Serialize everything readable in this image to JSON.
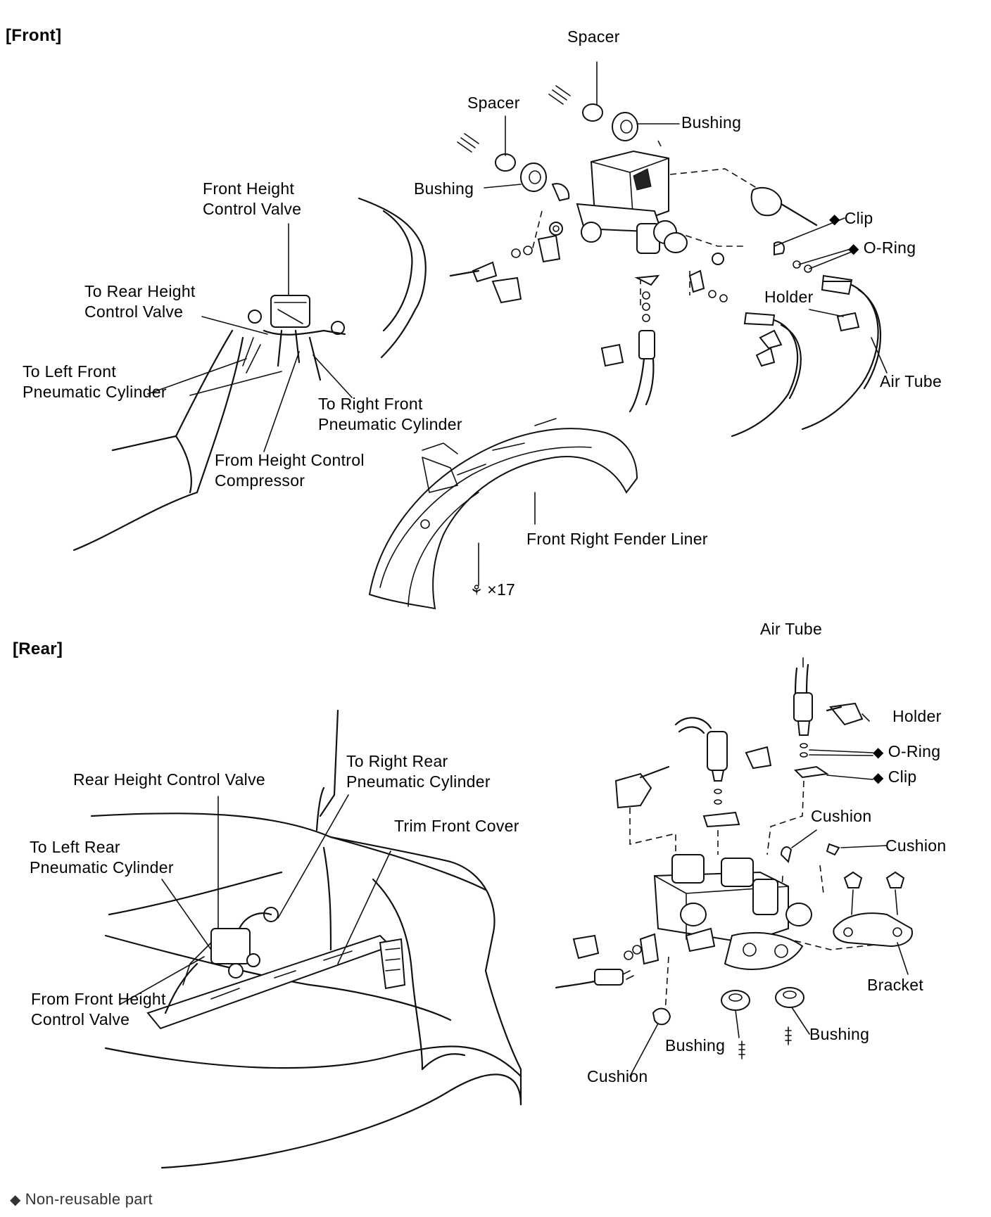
{
  "sections": {
    "front": "[Front]",
    "rear": "[Rear]"
  },
  "front_labels": {
    "spacer_top": "Spacer",
    "spacer_left": "Spacer",
    "bushing_top": "Bushing",
    "bushing_left": "Bushing",
    "front_valve": [
      "Front Height",
      "Control Valve"
    ],
    "clip": "Clip",
    "o_ring": "O-Ring",
    "holder": "Holder",
    "air_tube": "Air Tube",
    "to_rear_valve": [
      "To Rear Height",
      "Control Valve"
    ],
    "to_left_front": [
      "To Left Front",
      "Pneumatic Cylinder"
    ],
    "to_right_front": [
      "To Right Front",
      "Pneumatic Cylinder"
    ],
    "from_compressor": [
      "From Height Control",
      "Compressor"
    ],
    "fender_liner": "Front Right Fender Liner",
    "screw_count": "×17"
  },
  "rear_labels": {
    "air_tube": "Air Tube",
    "holder": "Holder",
    "o_ring": "O-Ring",
    "clip": "Clip",
    "cushion_top": "Cushion",
    "cushion_right": "Cushion",
    "cushion_bottom": "Cushion",
    "bracket": "Bracket",
    "bushing_left": "Bushing",
    "bushing_right": "Bushing",
    "rear_valve": "Rear Height Control Valve",
    "to_right_rear": [
      "To Right Rear",
      "Pneumatic Cylinder"
    ],
    "to_left_rear": [
      "To Left Rear",
      "Pneumatic Cylinder"
    ],
    "trim_cover": "Trim Front Cover",
    "from_front_valve": [
      "From Front Height",
      "Control Valve"
    ]
  },
  "legend": {
    "text": "Non-reusable part"
  },
  "symbols": {
    "non_reusable": "◆",
    "screw_icon": "screw-icon"
  },
  "colors": {
    "ink": "#111111",
    "paper": "#ffffff"
  }
}
